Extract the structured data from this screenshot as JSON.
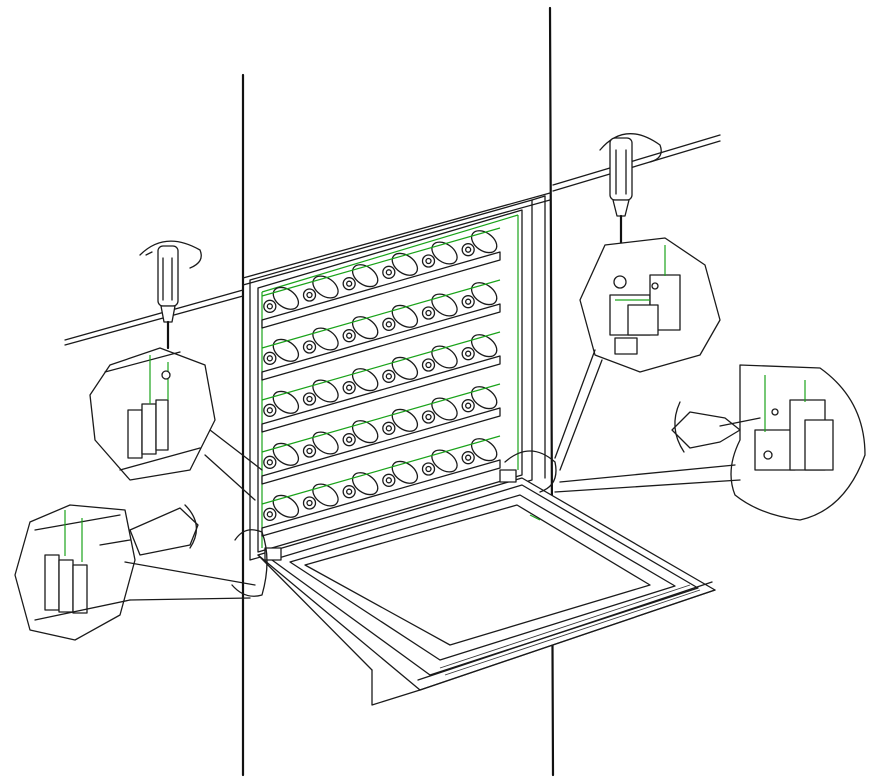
{
  "figure": {
    "colors": {
      "line": "#1a1a1a",
      "accent_green": "#1aa31a",
      "background": "#ffffff"
    },
    "components": [
      "wall-cabinet",
      "wine-cooler-rack",
      "open-door",
      "screwdriver-left",
      "screwdriver-right",
      "detail-hinge-top-left",
      "detail-hinge-bottom-left",
      "detail-hinge-top-right",
      "detail-hinge-bottom-right"
    ],
    "rack": {
      "shelves": 5,
      "bottles_per_shelf": 6
    }
  }
}
